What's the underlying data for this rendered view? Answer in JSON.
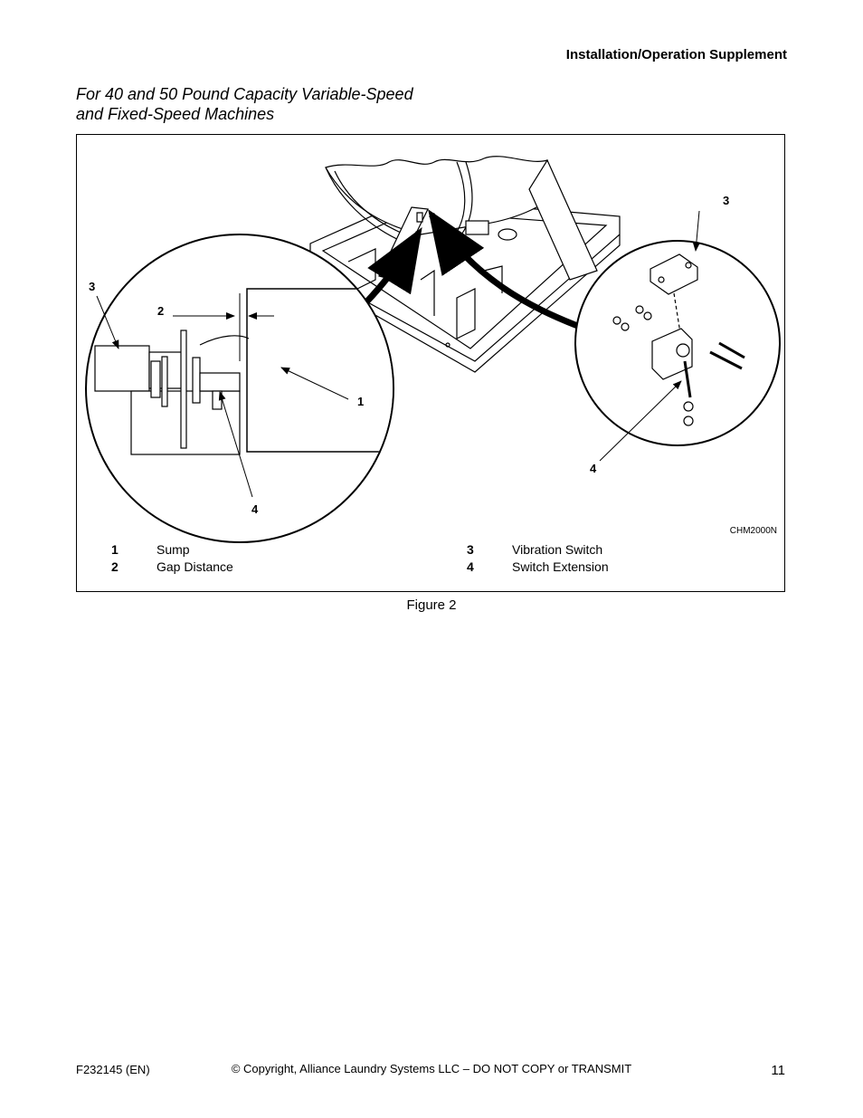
{
  "header": {
    "title": "Installation/Operation Supplement"
  },
  "section": {
    "title_line1": "For 40 and 50 Pound Capacity Variable-Speed",
    "title_line2": "and Fixed-Speed Machines"
  },
  "figure": {
    "code": "CHM2000N",
    "caption": "Figure 2",
    "callouts": {
      "c3_right": "3",
      "c3_left": "3",
      "c2": "2",
      "c1": "1",
      "c4_left": "4",
      "c4_right": "4"
    },
    "legend": [
      {
        "num": "1",
        "label": "Sump"
      },
      {
        "num": "2",
        "label": "Gap Distance"
      },
      {
        "num": "3",
        "label": "Vibration Switch"
      },
      {
        "num": "4",
        "label": "Switch Extension"
      }
    ]
  },
  "footer": {
    "doc_id": "F232145 (EN)",
    "copyright": "© Copyright, Alliance Laundry Systems LLC – DO NOT COPY or TRANSMIT",
    "page": "11"
  }
}
